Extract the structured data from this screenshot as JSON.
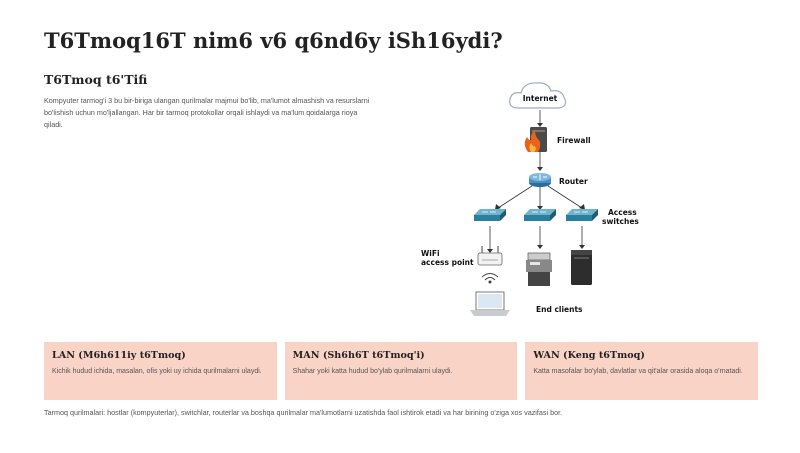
{
  "page": {
    "title": "T6Tmoq16T nim6 v6 q6nd6y iSh16ydi?",
    "subtitle": "T6Tmoq t6'Tifi",
    "intro": "Kompyuter tarmog'i 3 bu bir-biriga ulangan qurilmalar majmui bo'lib, ma'lumot almashish va resurslarni bo'lishish uchun mo'ljallangan. Har bir tarmoq protokollar orqali ishlaydi va ma'lum qoidalarga rioya qiladi.",
    "footnote": "Tarmoq qurilmalari: hostlar (kompyuterlar), switchlar, routerlar va boshqa qurilmalar ma'lumotlarni uzatishda faol ishtirok etadi va har birining o'ziga xos vazifasi bor."
  },
  "diagram": {
    "labels": {
      "internet": "Internet",
      "firewall": "Firewall",
      "router": "Router",
      "access_switches_line1": "Access",
      "access_switches_line2": "switches",
      "wifi_line1": "WiFi",
      "wifi_line2": "access point",
      "end_clients": "End clients"
    },
    "colors": {
      "switch": "#2a7f9e",
      "router": "#4a90c4",
      "firewall": "#4a4a4a",
      "flame": "#e8641b",
      "cloud_stroke": "#9aaec4"
    }
  },
  "cards": [
    {
      "title": "LAN (M6h611iy t6Tmoq)",
      "text": "Kichik hudud ichida, masalan, ofis yoki uy ichida qurilmalarni ulaydi."
    },
    {
      "title": "MAN (Sh6h6T t6Tmoq'i)",
      "text": "Shahar yoki katta hudud bo'ylab qurilmalarni ulaydi."
    },
    {
      "title": "WAN (Keng t6Tmoq)",
      "text": "Katta masofalar bo'ylab, davlatlar va qit'alar orasida aloqa o'rnatadi."
    }
  ],
  "colors": {
    "card_bg": "#fad3c7",
    "title_text": "#222222",
    "body_text": "#555555"
  }
}
